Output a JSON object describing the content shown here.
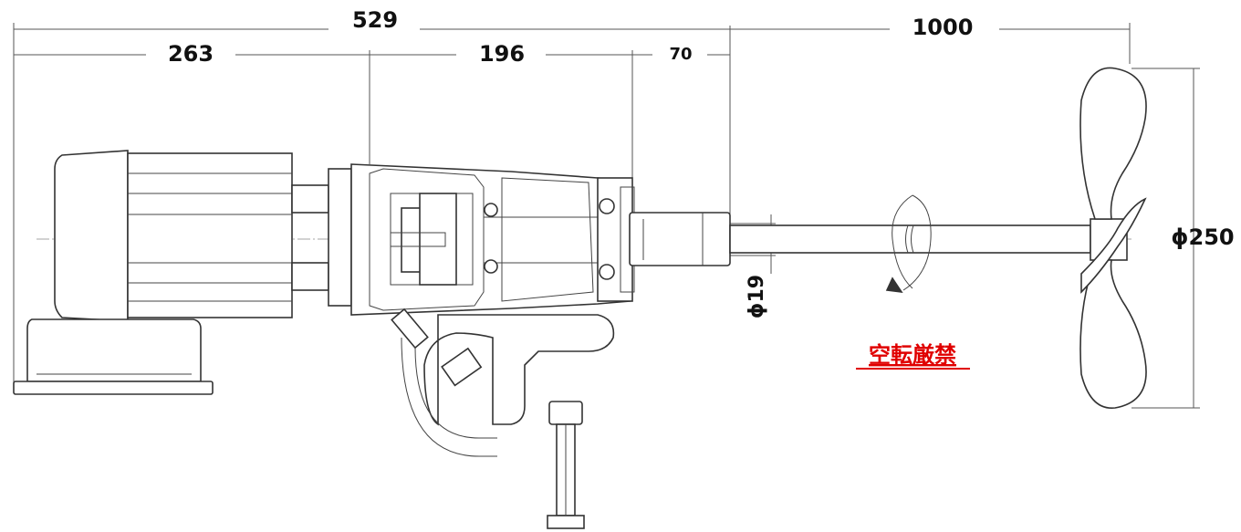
{
  "dimensions": {
    "overall_motor_to_shaft": "529",
    "shaft_length": "1000",
    "motor_length": "263",
    "gearbox_length": "196",
    "bearing_length": "70",
    "shaft_diameter": "ϕ19",
    "propeller_diameter": "ϕ250"
  },
  "warning": {
    "text": "空転厳禁",
    "color": "#e00000"
  }
}
